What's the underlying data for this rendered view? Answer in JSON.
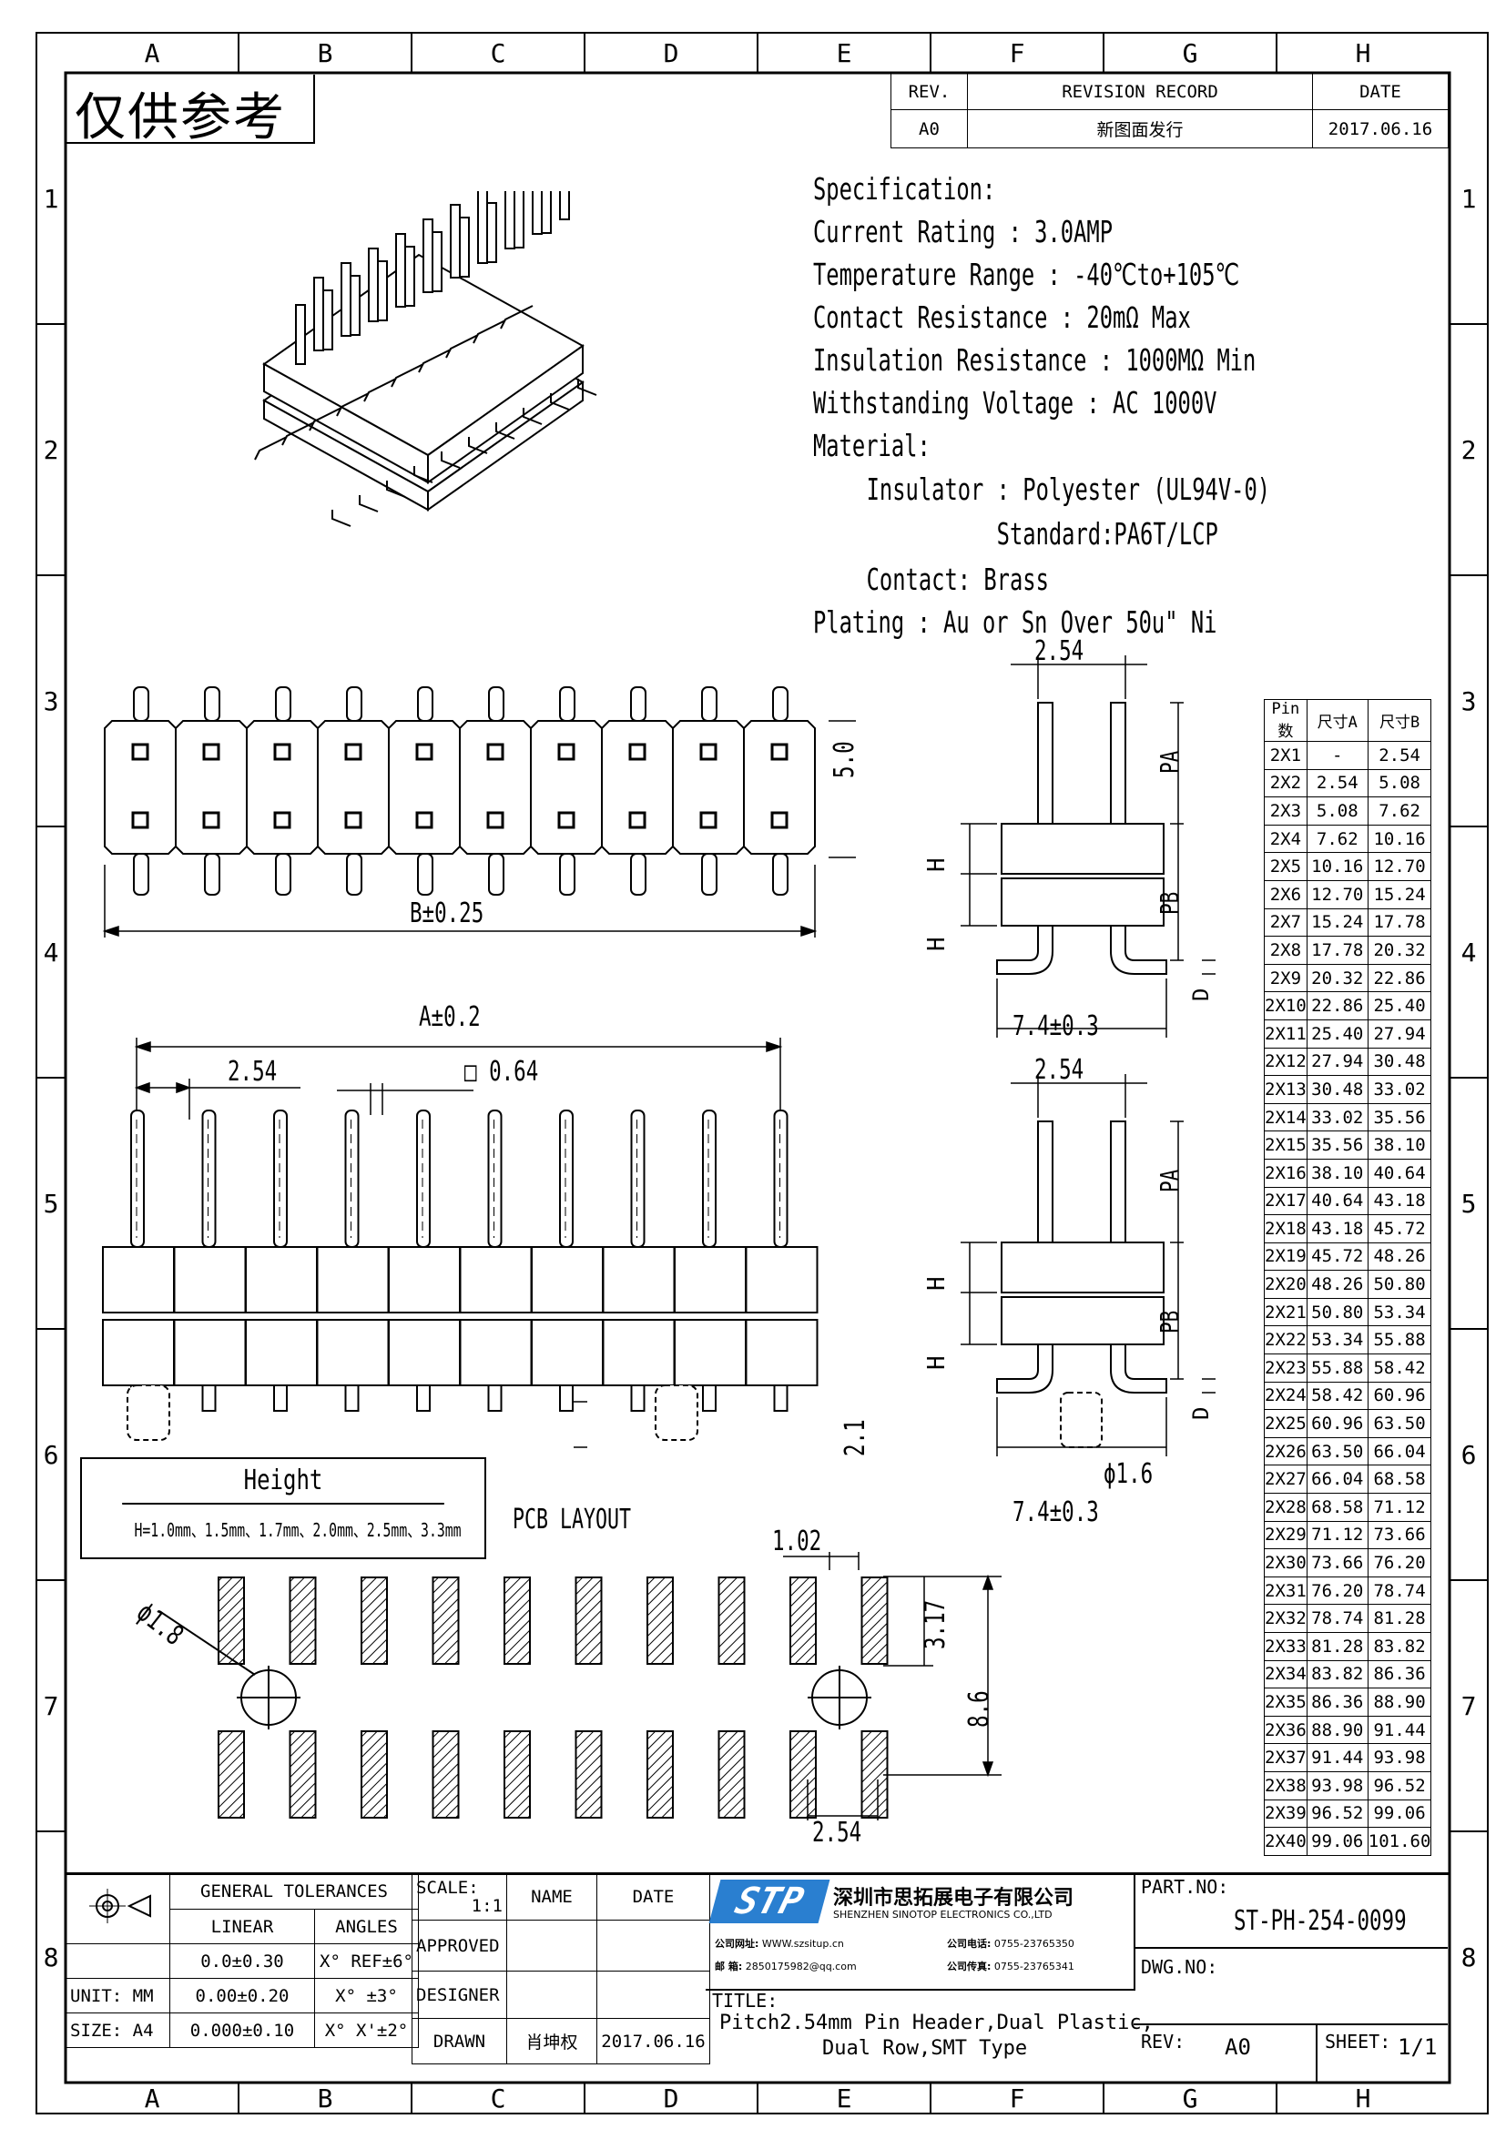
{
  "frame": {
    "columns": [
      "A",
      "B",
      "C",
      "D",
      "E",
      "F",
      "G",
      "H"
    ],
    "rows": [
      "1",
      "2",
      "3",
      "4",
      "5",
      "6",
      "7",
      "8"
    ]
  },
  "watermark": "仅供参考",
  "revision": {
    "headers": {
      "rev": "REV.",
      "record": "REVISION RECORD",
      "date": "DATE"
    },
    "row": {
      "rev": "A0",
      "record": "新图面发行",
      "date": "2017.06.16"
    }
  },
  "spec": [
    "Specification:",
    "Current Rating : 3.0AMP",
    "Temperature Range : -40℃to+105℃",
    "Contact Resistance : 20mΩ Max",
    "Insulation Resistance : 1000MΩ Min",
    "Withstanding Voltage : AC 1000V",
    "Material:",
    "  Insulator : Polyester (UL94V-0)",
    "            Standard:PA6T/LCP",
    "  Contact: Brass",
    "Plating : Au or Sn Over 50u\" Ni"
  ],
  "dims": {
    "top_height": "5.0",
    "top_width": "B±0.25",
    "side_pitch": "2.54",
    "side_width": "7.4±0.3",
    "pa": "PA",
    "pb": "PB",
    "h": "H",
    "d": "D",
    "front_width": "A±0.2",
    "front_pitch": "2.54",
    "pin_square": "□ 0.64",
    "post": "2.1",
    "post_dia": "ϕ1.6",
    "pcb_title": "PCB LAYOUT",
    "pad_w": "1.02",
    "pad_row": "3.17",
    "pad_total": "8.6",
    "pad_pitch": "2.54",
    "hole_dia": "ϕ1.8"
  },
  "height_box": {
    "title": "Height",
    "value": "H=1.0mm、1.5mm、1.7mm、2.0mm、2.5mm、3.3mm"
  },
  "size_table": {
    "headers": [
      "Pin数",
      "尺寸A",
      "尺寸B"
    ],
    "rows": [
      [
        "2X1",
        "-",
        "2.54"
      ],
      [
        "2X2",
        "2.54",
        "5.08"
      ],
      [
        "2X3",
        "5.08",
        "7.62"
      ],
      [
        "2X4",
        "7.62",
        "10.16"
      ],
      [
        "2X5",
        "10.16",
        "12.70"
      ],
      [
        "2X6",
        "12.70",
        "15.24"
      ],
      [
        "2X7",
        "15.24",
        "17.78"
      ],
      [
        "2X8",
        "17.78",
        "20.32"
      ],
      [
        "2X9",
        "20.32",
        "22.86"
      ],
      [
        "2X10",
        "22.86",
        "25.40"
      ],
      [
        "2X11",
        "25.40",
        "27.94"
      ],
      [
        "2X12",
        "27.94",
        "30.48"
      ],
      [
        "2X13",
        "30.48",
        "33.02"
      ],
      [
        "2X14",
        "33.02",
        "35.56"
      ],
      [
        "2X15",
        "35.56",
        "38.10"
      ],
      [
        "2X16",
        "38.10",
        "40.64"
      ],
      [
        "2X17",
        "40.64",
        "43.18"
      ],
      [
        "2X18",
        "43.18",
        "45.72"
      ],
      [
        "2X19",
        "45.72",
        "48.26"
      ],
      [
        "2X20",
        "48.26",
        "50.80"
      ],
      [
        "2X21",
        "50.80",
        "53.34"
      ],
      [
        "2X22",
        "53.34",
        "55.88"
      ],
      [
        "2X23",
        "55.88",
        "58.42"
      ],
      [
        "2X24",
        "58.42",
        "60.96"
      ],
      [
        "2X25",
        "60.96",
        "63.50"
      ],
      [
        "2X26",
        "63.50",
        "66.04"
      ],
      [
        "2X27",
        "66.04",
        "68.58"
      ],
      [
        "2X28",
        "68.58",
        "71.12"
      ],
      [
        "2X29",
        "71.12",
        "73.66"
      ],
      [
        "2X30",
        "73.66",
        "76.20"
      ],
      [
        "2X31",
        "76.20",
        "78.74"
      ],
      [
        "2X32",
        "78.74",
        "81.28"
      ],
      [
        "2X33",
        "81.28",
        "83.82"
      ],
      [
        "2X34",
        "83.82",
        "86.36"
      ],
      [
        "2X35",
        "86.36",
        "88.90"
      ],
      [
        "2X36",
        "88.90",
        "91.44"
      ],
      [
        "2X37",
        "91.44",
        "93.98"
      ],
      [
        "2X38",
        "93.98",
        "96.52"
      ],
      [
        "2X39",
        "96.52",
        "99.06"
      ],
      [
        "2X40",
        "99.06",
        "101.60"
      ]
    ]
  },
  "title_block": {
    "gen_tol": "GENERAL TOLERANCES",
    "linear": "LINEAR",
    "angles": "ANGLES",
    "unit_label": "UNIT: MM",
    "size_label": "SIZE: A4",
    "tol_rows": [
      [
        "0.0±0.30",
        "X° REF±6°"
      ],
      [
        "0.00±0.20",
        "X° ±3°"
      ],
      [
        "0.000±0.10",
        "X° X'±2°"
      ]
    ],
    "scale_label": "SCALE:",
    "scale_value": "1:1",
    "name_label": "NAME",
    "date_label": "DATE",
    "approved": "APPROVED",
    "designer": "DESIGNER",
    "drawn": "DRAWN",
    "drawn_name": "肖坤权",
    "drawn_date": "2017.06.16",
    "logo": "STP",
    "company_cn": "深圳市思拓展电子有限公司",
    "company_en": "SHENZHEN SINOTOP ELECTRONICS CO.,LTD",
    "web_label": "公司网址:",
    "web": "WWW.szsitup.cn",
    "mail_label": "邮   箱:",
    "mail": "2850175982@qq.com",
    "tel_label": "公司电话:",
    "tel": "0755-23765350",
    "fax_label": "公司传真:",
    "fax": "0755-23765341",
    "title_label": "TITLE:",
    "title_line1": "Pitch2.54mm Pin Header,Dual Plastic,",
    "title_line2": "Dual Row,SMT Type",
    "part_label": "PART.NO:",
    "part_no": "ST-PH-254-0099",
    "dwg_label": "DWG.NO:",
    "rev_label": "REV:",
    "rev_value": "A0",
    "sheet_label": "SHEET:",
    "sheet_value": "1/1"
  }
}
